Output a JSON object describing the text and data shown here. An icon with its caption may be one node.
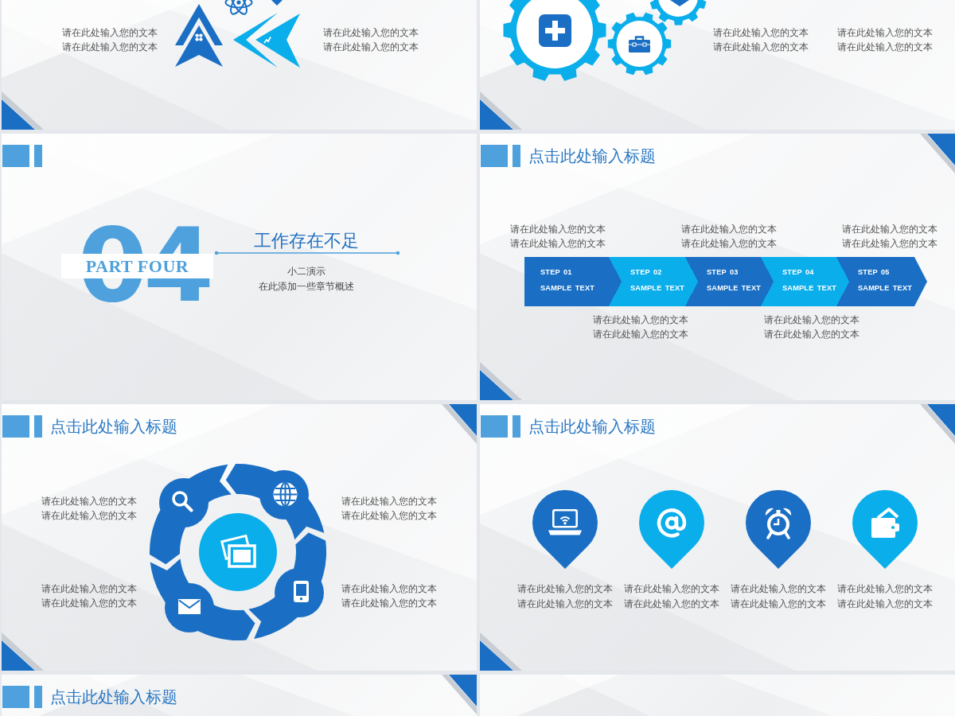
{
  "diagram": {
    "nodes": [
      {
        "text": [],
        "shape": "box"
      },
      {
        "text": [],
        "shape": "box"
      },
      {
        "text": [
          "工作存在不足"
        ]
      },
      {
        "text": [
          "PART FOUR"
        ],
        "in": 2
      },
      {
        "text": [
          "点击此处输入标题"
        ]
      },
      {
        "text": [
          "STEP 01",
          "SAMPLE TEXT"
        ],
        "in": 4
      },
      {
        "text": [
          "STEP 02",
          "SAMPLE TEXT"
        ],
        "in": 4
      },
      {
        "text": [
          "STEP 03",
          "SAMPLE TEXT"
        ],
        "in": 4
      },
      {
        "text": [
          "STEP 04",
          "SAMPLE TEXT"
        ],
        "in": 4
      },
      {
        "text": [
          "STEP 05",
          "SAMPLE TEXT"
        ],
        "in": 4
      },
      {
        "text": [
          "点击此处输入标题"
        ]
      },
      {
        "text": [
          "点击此处输入标题"
        ]
      },
      {
        "text": [],
        "shape": "pin",
        "in": 11,
        "beside": [
          "请在此处输入您的文本",
          "请在此处输入您的文本"
        ]
      },
      {
        "text": [],
        "shape": "pin",
        "in": 11,
        "beside": [
          "请在此处输入您的文本",
          "请在此处输入您的文本"
        ]
      },
      {
        "text": [],
        "shape": "pin",
        "in": 11,
        "beside": [
          "请在此处输入您的文本",
          "请在此处输入您的文本"
        ]
      },
      {
        "text": [],
        "shape": "pin",
        "in": 11,
        "beside": [
          "请在此处输入您的文本",
          "请在此处输入您的文本"
        ]
      },
      {
        "text": [
          "点击此处输入标题"
        ]
      },
      {
        "text": [],
        "shape": "box"
      }
    ],
    "labels": [
      "请在此处输入您的文本",
      "请在此处输入您的文本",
      "请在此处输入您的文本",
      "请在此处输入您的文本",
      "请在此处输入您的文本",
      "请在此处输入您的文本",
      "请在此处输入您的文本",
      "请在此处输入您的文本",
      "04",
      "小二演示",
      "在此添加一些章节概述",
      "请在此处输入您的文本",
      "请在此处输入您的文本",
      "请在此处输入您的文本",
      "请在此处输入您的文本",
      "请在此处输入您的文本",
      "请在此处输入您的文本",
      "请在此处输入您的文本",
      "请在此处输入您的文本",
      "请在此处输入您的文本",
      "请在此处输入您的文本",
      "请在此处输入您的文本",
      "请在此处输入您的文本",
      "请在此处输入您的文本",
      "请在此处输入您的文本",
      "请在此处输入您的文本",
      "请在此处输入您的文本",
      "请在此处输入您的文本",
      "请在此处输入您的文本"
    ]
  }
}
